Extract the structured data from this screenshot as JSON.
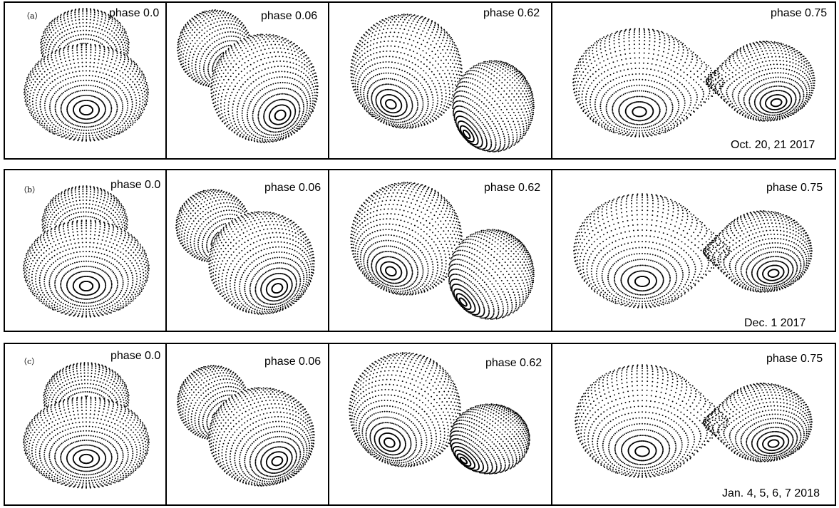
{
  "rows": [
    {
      "tag": "（a）",
      "phases": [
        "phase 0.0",
        "phase 0.06",
        "phase 0.62",
        "phase 0.75"
      ],
      "date": "Oct. 20, 21 2017"
    },
    {
      "tag": "（b）",
      "phases": [
        "phase 0.0",
        "phase 0.06",
        "phase 0.62",
        "phase 0.75"
      ],
      "date": "Dec. 1 2017"
    },
    {
      "tag": "（c）",
      "phases": [
        "phase 0.0",
        "phase 0.06",
        "phase 0.62",
        "phase 0.75"
      ],
      "date": "Jan. 4, 5, 6, 7 2018"
    }
  ],
  "colors": {
    "dots": "#000000",
    "frame": "#000000",
    "background": "#ffffff"
  },
  "figure": "dotted binary star models"
}
